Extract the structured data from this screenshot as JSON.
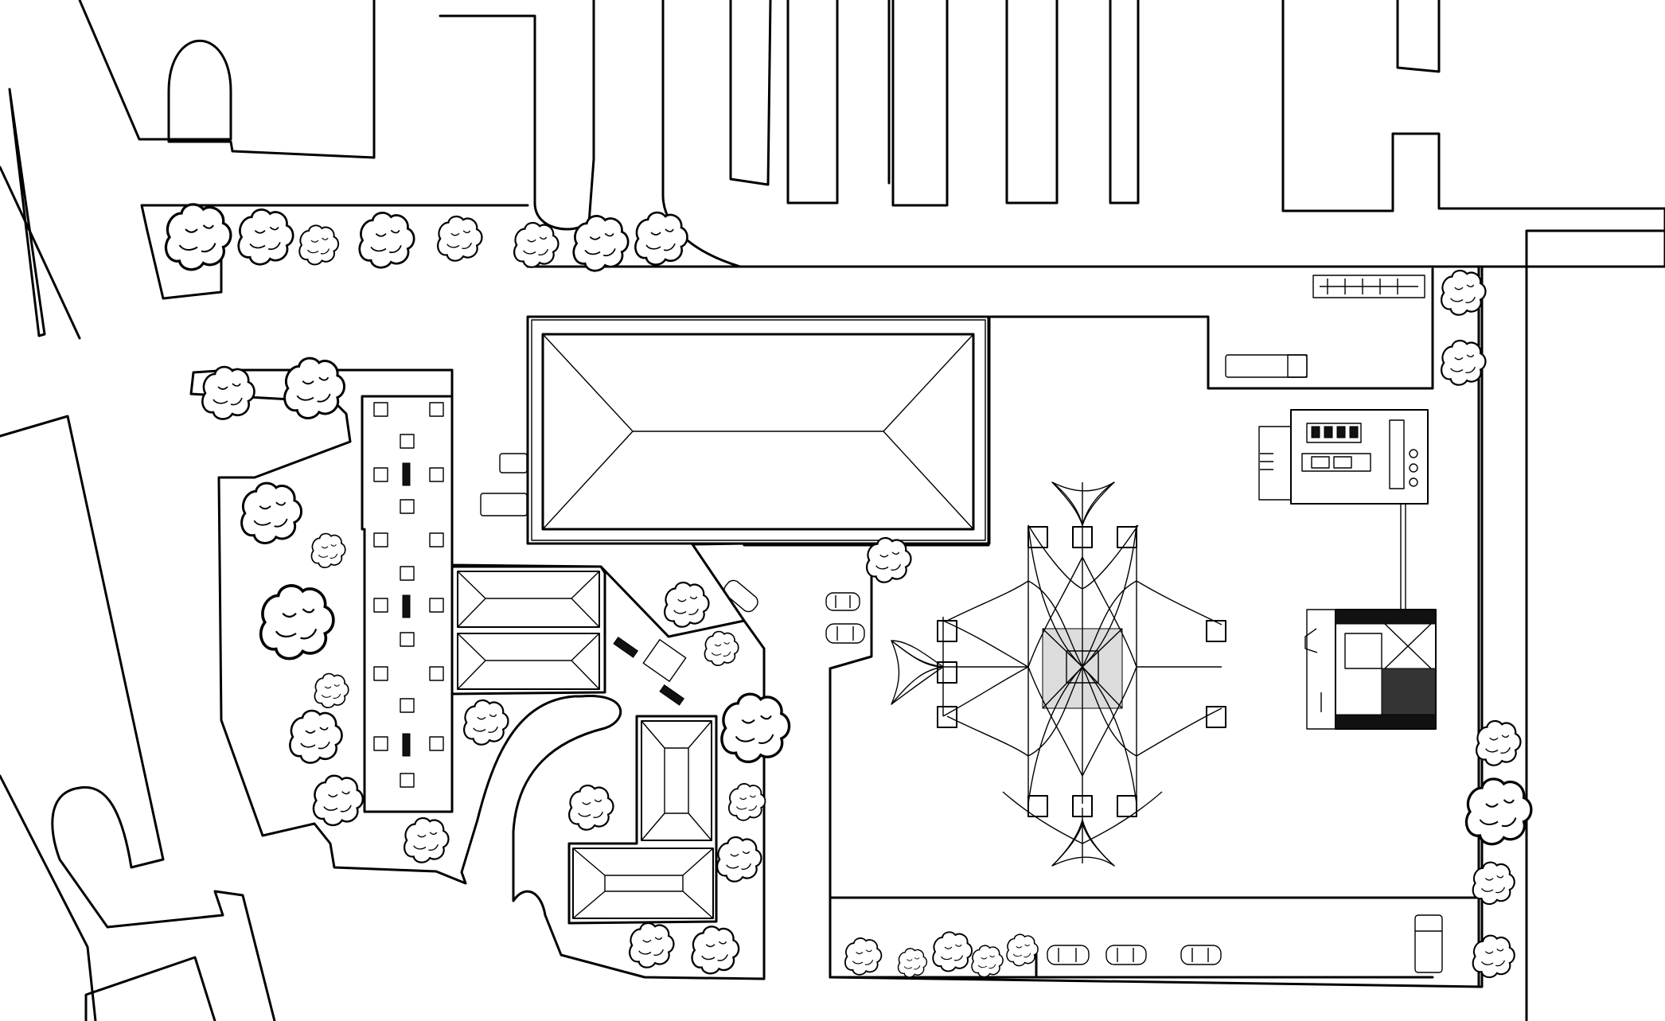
{
  "diagram": {
    "type": "site-plan",
    "style": "line-drawing",
    "colors": {
      "line": "#000000",
      "background": "#ffffff",
      "fill_dark": "#111111"
    },
    "elements": {
      "trees": {
        "count": 38,
        "icon": "tree-icon"
      },
      "cars": {
        "count": 8,
        "icon": "car-icon"
      },
      "trucks": {
        "count": 4,
        "icon": "truck-icon"
      },
      "buildings": [
        "main-hall-hip-roof",
        "housing-block",
        "twin-pavilions",
        "l-pavilions",
        "tent-structure",
        "service-building",
        "stage-structure"
      ]
    }
  }
}
